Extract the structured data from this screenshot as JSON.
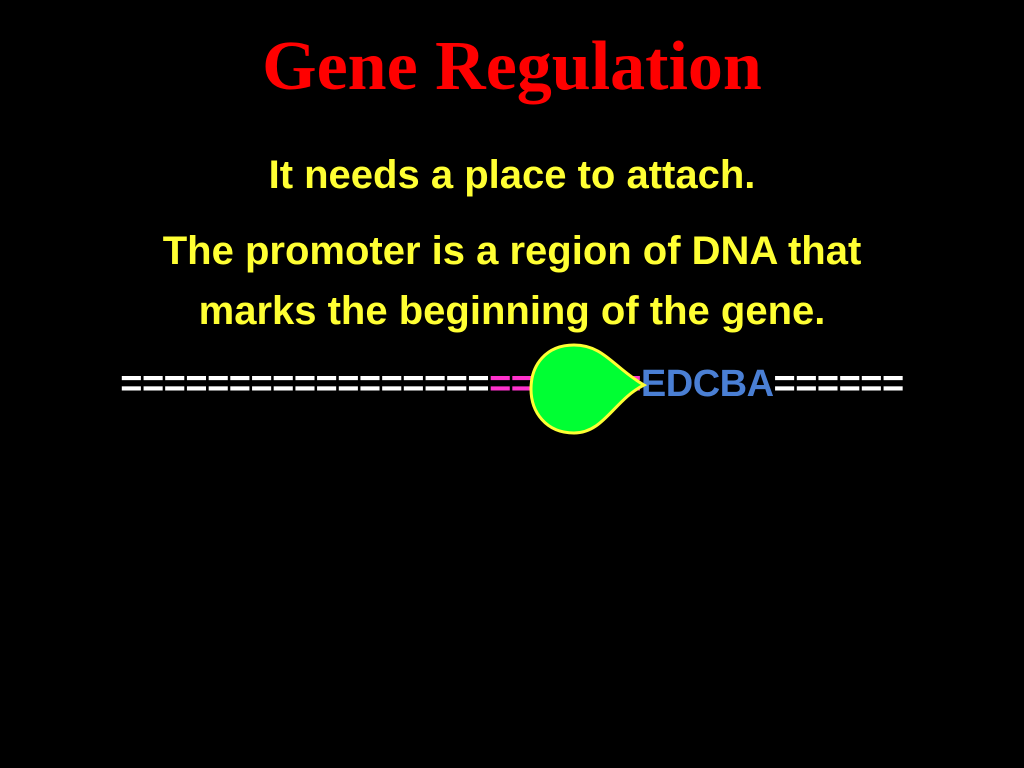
{
  "title": {
    "text": "Gene Regulation",
    "color": "#FF0000"
  },
  "body": {
    "color": "#FFFF33",
    "line1": "It needs a place to attach.",
    "line2": "The promoter is a region of DNA that",
    "line3": "marks the beginning of the gene."
  },
  "dna_strand": {
    "segments": [
      {
        "text": "=================",
        "color": "#FFFFFF",
        "role": "dna-backbone"
      },
      {
        "text": "=======",
        "color": "#FF33CC",
        "role": "promoter"
      },
      {
        "text": "EDCBA",
        "color": "#4A7FD4",
        "role": "gene"
      },
      {
        "text": "======",
        "color": "#FFFFFF",
        "role": "dna-backbone"
      }
    ]
  },
  "protein_shape": {
    "fill": "#00FF33",
    "stroke": "#FFFF33"
  }
}
